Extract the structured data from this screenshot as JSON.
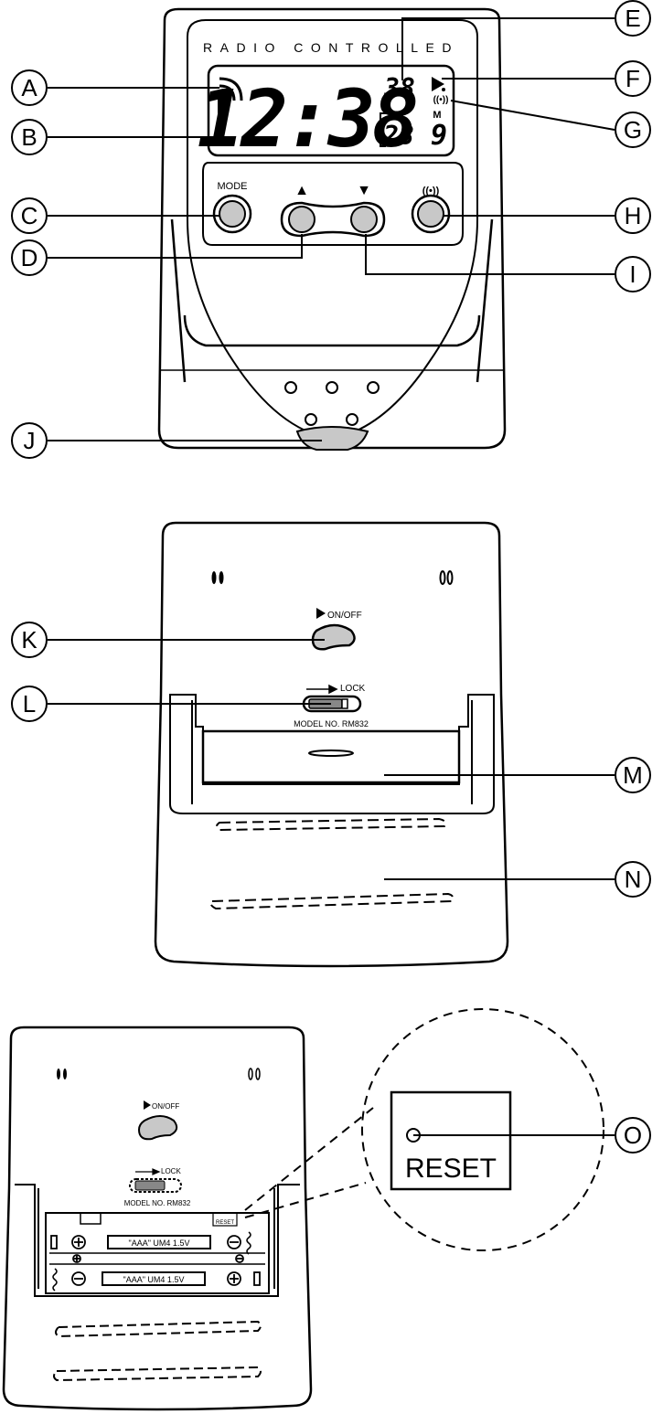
{
  "front": {
    "radio_text": "RADIO CONTROLLED",
    "time": "12:38",
    "seconds": "38",
    "day_marker": "D",
    "month_marker": "M",
    "day": "28",
    "month": "9",
    "mode_label": "MODE",
    "up_symbol": "▲",
    "down_symbol": "▼",
    "radio_symbol": "((•))"
  },
  "back": {
    "onoff_label": "ON/OFF",
    "lock_label": "LOCK",
    "model": "MODEL NO. RM832"
  },
  "battery_view": {
    "onoff_label": "ON/OFF",
    "lock_label": "LOCK",
    "model": "MODEL NO. RM832",
    "battery_1": "\"AAA\" UM4 1.5V",
    "battery_2": "\"AAA\" UM4 1.5V",
    "reset_small": "RESET",
    "reset_zoom": "RESET"
  },
  "callouts": [
    "A",
    "B",
    "C",
    "D",
    "E",
    "F",
    "G",
    "H",
    "I",
    "J",
    "K",
    "L",
    "M",
    "N",
    "O"
  ],
  "colors": {
    "line": "#000000",
    "button_fill": "#c8c8c8",
    "panel": "#ffffff"
  }
}
